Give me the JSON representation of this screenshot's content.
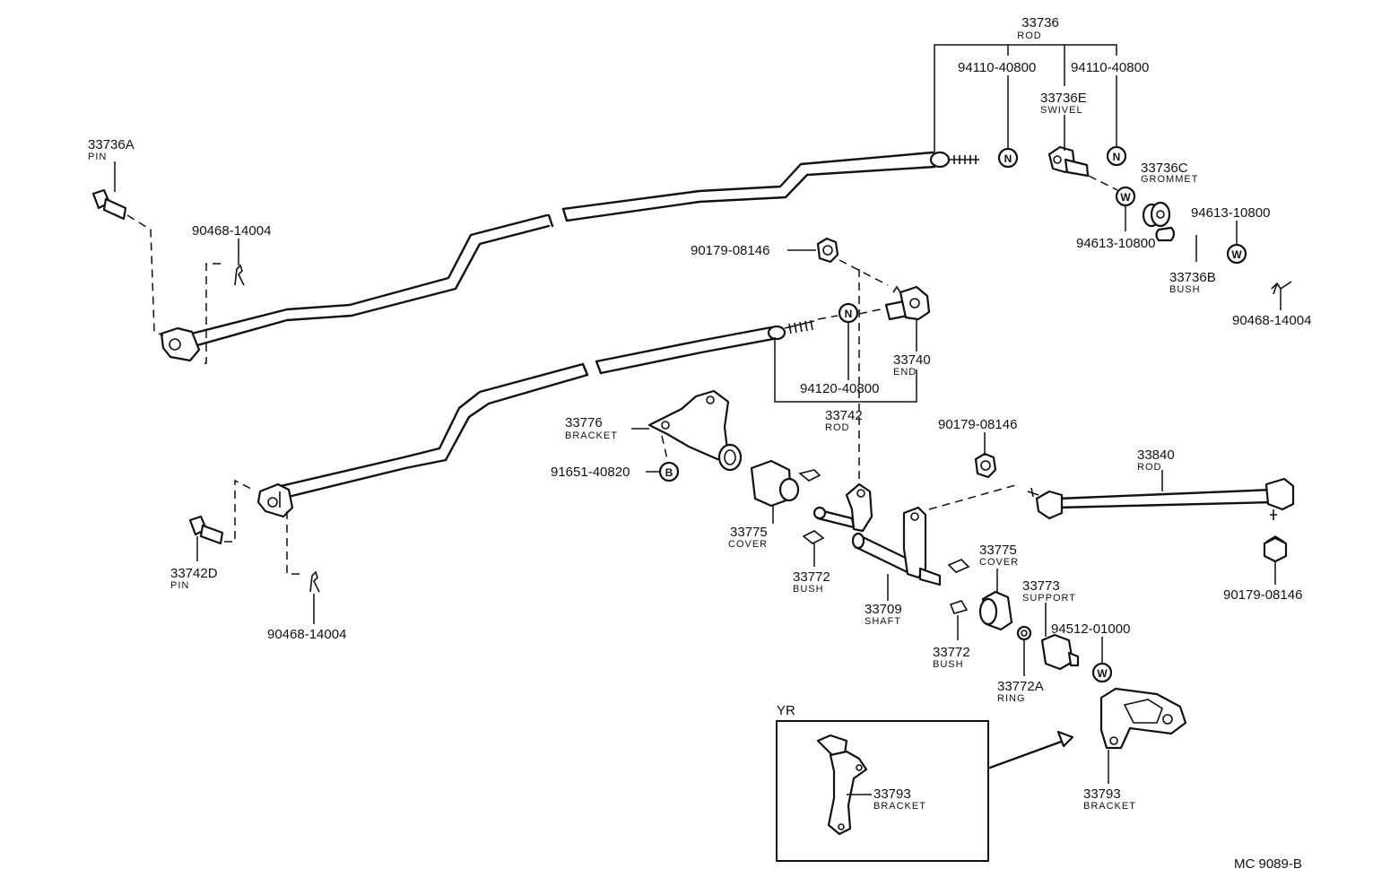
{
  "diagram": {
    "callouts": {
      "c33736": {
        "num": "33736",
        "name": "ROD"
      },
      "c94110a": {
        "num": "94110-40800"
      },
      "c94110b": {
        "num": "94110-40800"
      },
      "c33736E": {
        "num": "33736E",
        "name": "SWIVEL"
      },
      "c33736C": {
        "num": "33736C",
        "name": "GROMMET"
      },
      "c94613a": {
        "num": "94613-10800"
      },
      "c94613b": {
        "num": "94613-10800"
      },
      "c33736B": {
        "num": "33736B",
        "name": "BUSH"
      },
      "c90468r": {
        "num": "90468-14004"
      },
      "c33736A": {
        "num": "33736A",
        "name": "PIN"
      },
      "c90468t": {
        "num": "90468-14004"
      },
      "c90179a": {
        "num": "90179-08146"
      },
      "c33740": {
        "num": "33740",
        "name": "END"
      },
      "c94120": {
        "num": "94120-40800"
      },
      "c33742": {
        "num": "33742",
        "name": "ROD"
      },
      "c33776": {
        "num": "33776",
        "name": "BRACKET"
      },
      "c91651": {
        "num": "91651-40820"
      },
      "c33775a": {
        "num": "33775",
        "name": "COVER"
      },
      "c33772a": {
        "num": "33772",
        "name": "BUSH"
      },
      "c33709": {
        "num": "33709",
        "name": "SHAFT"
      },
      "c90179b": {
        "num": "90179-08146"
      },
      "c33840": {
        "num": "33840",
        "name": "ROD"
      },
      "c90179c": {
        "num": "90179-08146"
      },
      "c33775b": {
        "num": "33775",
        "name": "COVER"
      },
      "c33773": {
        "num": "33773",
        "name": "SUPPORT"
      },
      "c94512": {
        "num": "94512-01000"
      },
      "c33772b": {
        "num": "33772",
        "name": "BUSH"
      },
      "c33772A": {
        "num": "33772A",
        "name": "RING"
      },
      "c33742D": {
        "num": "33742D",
        "name": "PIN"
      },
      "c90468b": {
        "num": "90468-14004"
      },
      "c33793y": {
        "num": "33793",
        "name": "BRACKET"
      },
      "c33793": {
        "num": "33793",
        "name": "BRACKET"
      }
    },
    "symbols": {
      "n": "N",
      "w": "W",
      "b": "B"
    },
    "inset_label": "YR",
    "figure_code": "MC 9089-B"
  }
}
